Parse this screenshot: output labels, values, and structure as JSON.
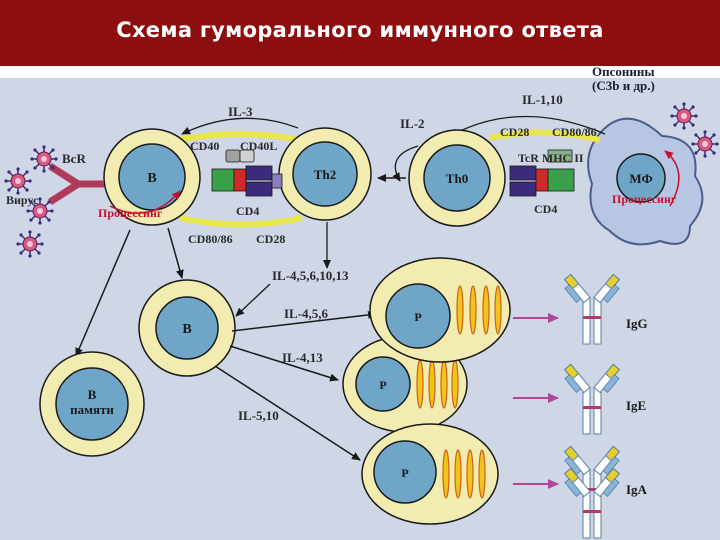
{
  "title": "Схема гуморального иммунного ответа",
  "colors": {
    "header": "#8c0e0e",
    "panel": "#cfd6e6",
    "cell_cream": "#f3ecb0",
    "nucleus": "#6fa6c8",
    "arrow_purple": "#b0479a",
    "processing_red": "#c8102e"
  },
  "labels": {
    "opsonins_line1": "Опсонины",
    "opsonins_line2": "(С3b и др.)",
    "il110": "IL-1,10",
    "il3": "IL-3",
    "il2": "IL-2",
    "cd40": "CD40",
    "cd40l": "CD40L",
    "cd28_top": "CD28",
    "cd8086_top": "CD80/86",
    "tcr_mhc": "TcR МНС II",
    "cd4_left": "CD4",
    "cd4_right": "CD4",
    "cd8086_bottom": "CD80/86",
    "cd28_bottom": "CD28",
    "bcr": "BcR",
    "virus": "Вирус",
    "processing_left": "Процессинг",
    "processing_right": "Процессинг",
    "il4_13_combo": "IL-4,5,6,10,13",
    "il456": "IL-4,5,6",
    "il413": "IL-4,13",
    "il510": "IL-5,10"
  },
  "cells": {
    "b_main": "B",
    "th2": "Th2",
    "th0": "Th0",
    "macrophage": "МФ",
    "b_second": "B",
    "memory_line1": "B",
    "memory_line2": "памяти",
    "plasma1": "P",
    "plasma2": "P",
    "plasma3": "P"
  },
  "antibodies": {
    "igg": "IgG",
    "ige": "IgE",
    "iga": "IgA"
  }
}
